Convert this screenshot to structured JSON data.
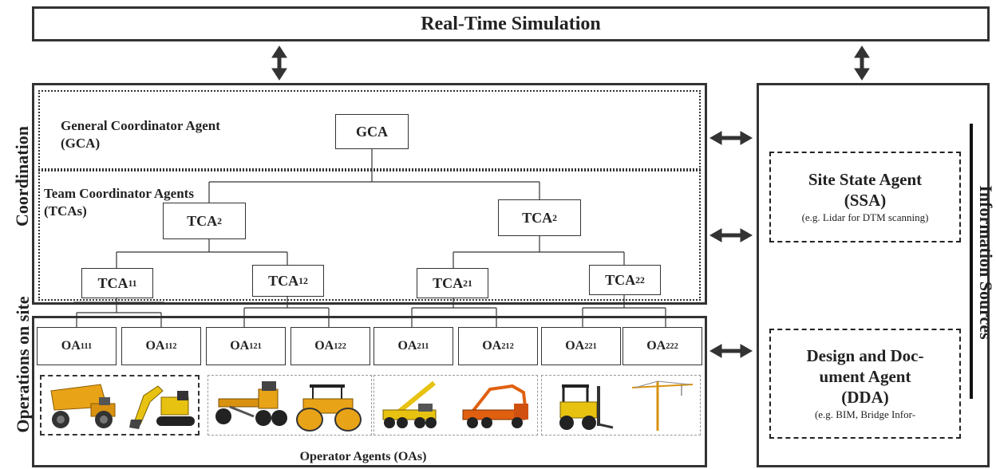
{
  "header": {
    "title": "Real-Time Simulation"
  },
  "coordination": {
    "section_label": "Coordination",
    "gca_description": "General Coordinator Agent (GCA)",
    "gca_box": "GCA",
    "tca_description": "Team Coordinator Agents (TCAs)",
    "tca_left": {
      "main": "TCA",
      "sub": "2"
    },
    "tca_right": {
      "main": "TCA",
      "sub": "2"
    },
    "sub_tcas": [
      {
        "main": "TCA",
        "sub": "11"
      },
      {
        "main": "TCA",
        "sub": "12"
      },
      {
        "main": "TCA",
        "sub": "21"
      },
      {
        "main": "TCA",
        "sub": "22"
      }
    ]
  },
  "operations": {
    "section_label": "Operations on site",
    "operator_agents": [
      {
        "main": "OA",
        "sub": "111"
      },
      {
        "main": "OA",
        "sub": "112"
      },
      {
        "main": "OA",
        "sub": "121"
      },
      {
        "main": "OA",
        "sub": "122"
      },
      {
        "main": "OA",
        "sub": "211"
      },
      {
        "main": "OA",
        "sub": "212"
      },
      {
        "main": "OA",
        "sub": "221"
      },
      {
        "main": "OA",
        "sub": "222"
      }
    ],
    "footer_label": "Operator Agents (OAs)",
    "machines": [
      "dump-truck-icon",
      "excavator-icon",
      "motor-grader-icon",
      "road-roller-icon",
      "mobile-crane-icon",
      "concrete-pump-truck-icon",
      "forklift-icon",
      "tower-crane-icon"
    ]
  },
  "information": {
    "section_label": "Information Sources",
    "ssa": {
      "title": "Site State Agent",
      "abbr": "(SSA)",
      "example": "(e.g. Lidar for DTM scanning)"
    },
    "dda": {
      "title_line1": "Design and Doc-",
      "title_line2": "ument Agent",
      "abbr": "(DDA)",
      "example": "(e.g. BIM, Bridge Infor-"
    }
  },
  "colors": {
    "line": "#333333",
    "machine_yellow": "#e8a317",
    "machine_dark": "#3a3a3a"
  }
}
